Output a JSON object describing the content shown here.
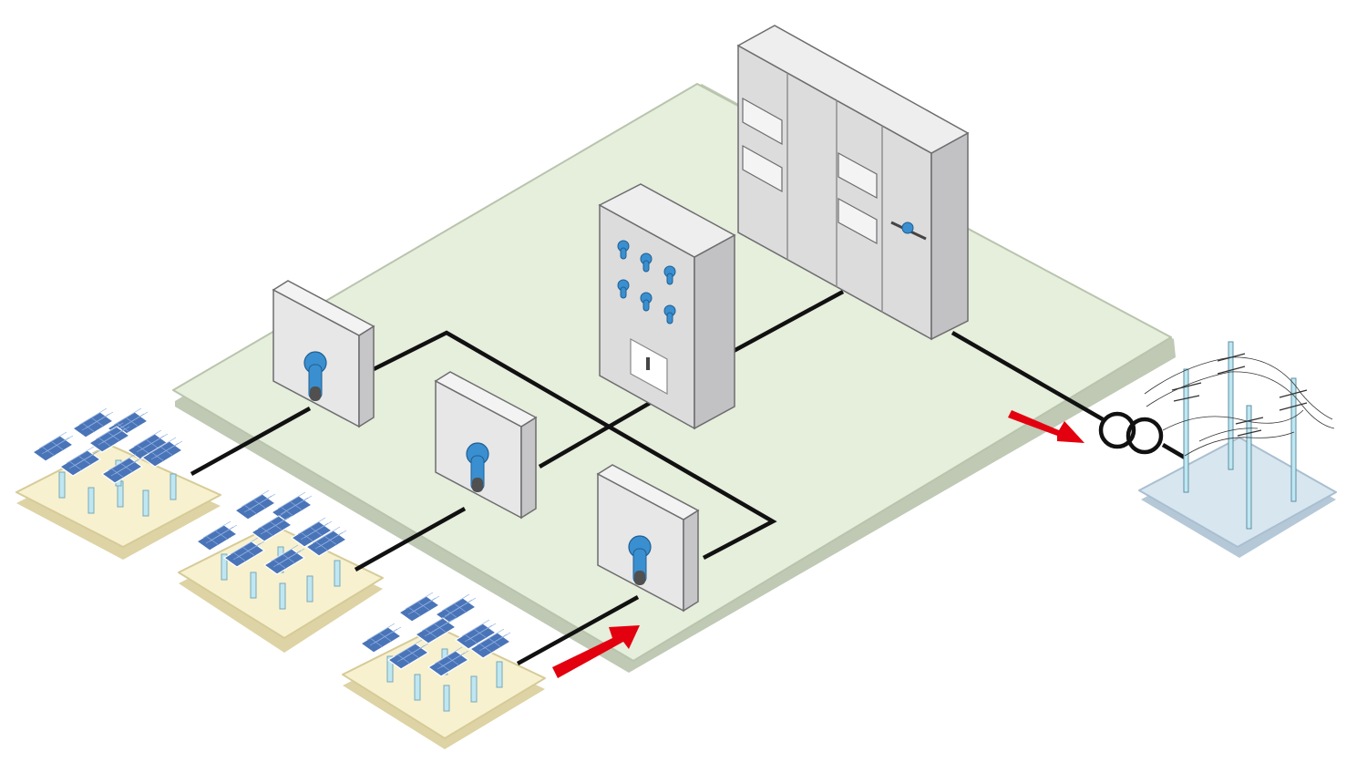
{
  "diagram": {
    "kind": "solar-pv-plant-to-grid",
    "labels": [],
    "components": {
      "pv_arrays": {
        "count": 3,
        "icon": "solar-panel-array-icon"
      },
      "string_combiner_boxes": {
        "count": 3,
        "icon": "disconnect-switch-box-icon"
      },
      "dc_distribution_cabinet": {
        "count": 1,
        "icon": "dc-switchgear-cabinet-icon",
        "switches": 6
      },
      "inverter_cabinet": {
        "count": 1,
        "icon": "central-inverter-cabinet-icon"
      },
      "transformer": {
        "count": 1,
        "icon": "transformer-symbol-icon"
      },
      "grid": {
        "count": 1,
        "icon": "power-line-pylons-icon",
        "poles": 4
      },
      "flow_arrows": {
        "count": 2,
        "icon": "power-flow-arrow-icon"
      }
    },
    "colors": {
      "plant_pad": "#e6eedc",
      "pv_pad": "#f7f1cf",
      "grid_pad": "#d8e6f0",
      "cable": "#111111",
      "flow_arrow": "#e3000f",
      "switch_handle": "#3a8fd0",
      "enclosure": "#dcdcdd",
      "solar_cell": "#4a74b8"
    }
  }
}
